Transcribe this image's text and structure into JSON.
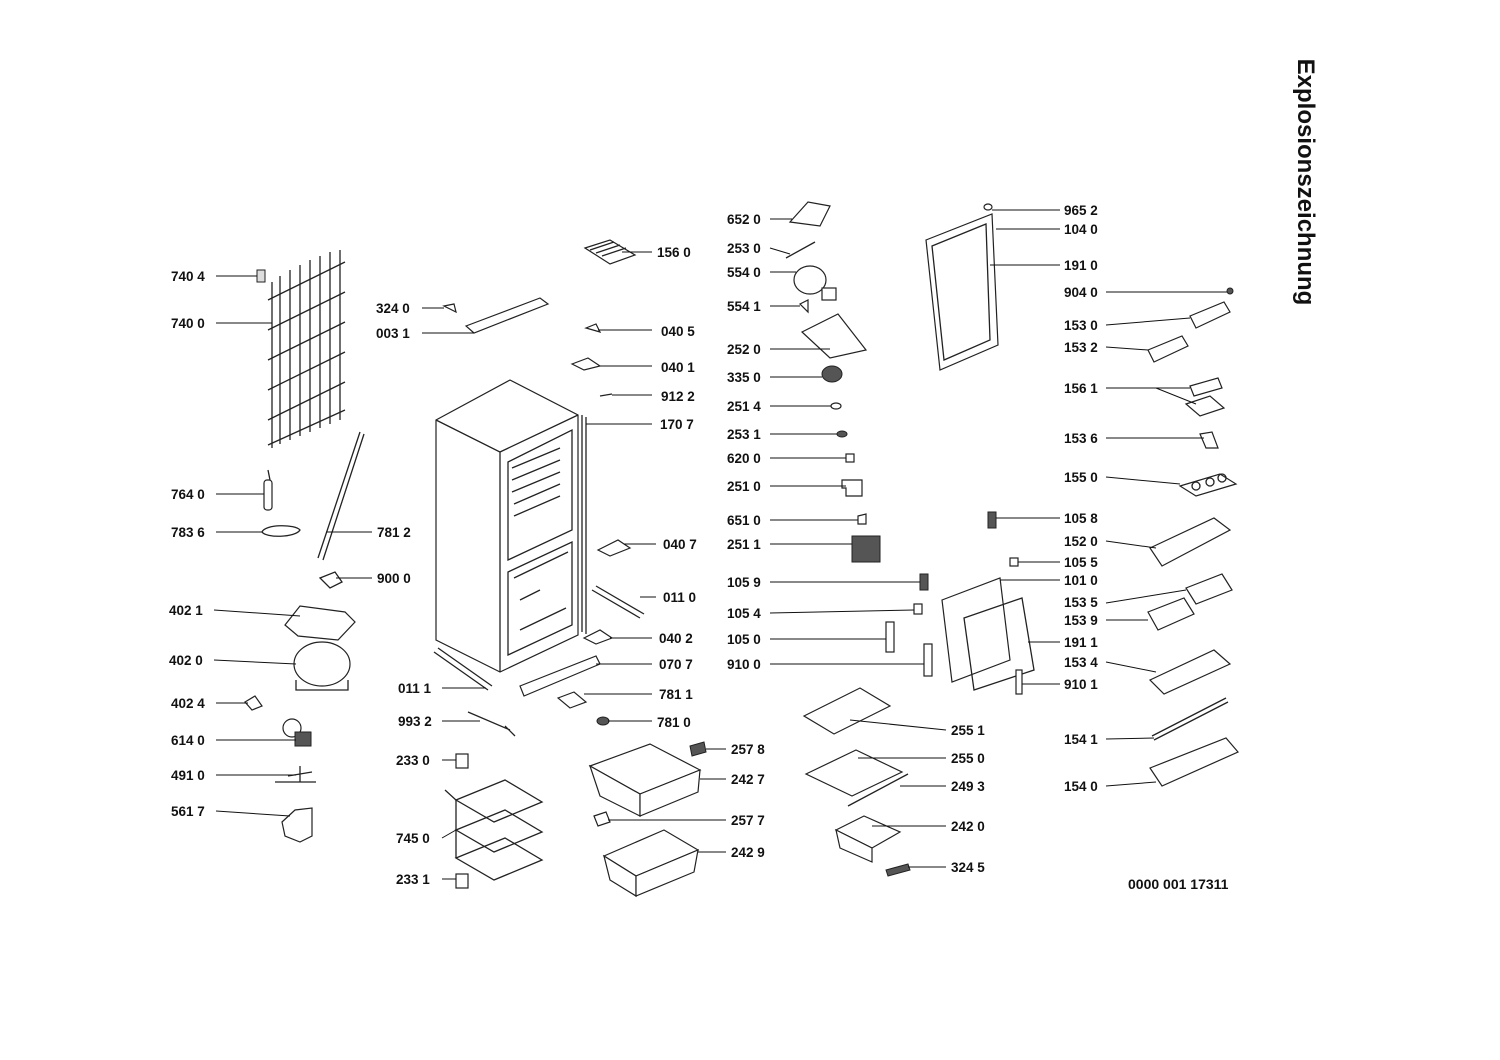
{
  "title": "Explosionszeichnung",
  "document_number": "0000 001 17311",
  "callouts": [
    {
      "id": "740-4",
      "text": "740 4"
    },
    {
      "id": "740-0",
      "text": "740 0"
    },
    {
      "id": "764-0",
      "text": "764 0"
    },
    {
      "id": "783-6",
      "text": "783 6"
    },
    {
      "id": "402-1",
      "text": "402 1"
    },
    {
      "id": "402-0",
      "text": "402 0"
    },
    {
      "id": "402-4",
      "text": "402 4"
    },
    {
      "id": "614-0",
      "text": "614 0"
    },
    {
      "id": "491-0",
      "text": "491 0"
    },
    {
      "id": "561-7",
      "text": "561 7"
    },
    {
      "id": "781-2",
      "text": "781 2"
    },
    {
      "id": "900-0",
      "text": "900 0"
    },
    {
      "id": "324-0",
      "text": "324 0"
    },
    {
      "id": "003-1",
      "text": "003 1"
    },
    {
      "id": "011-1",
      "text": "011 1"
    },
    {
      "id": "993-2",
      "text": "993 2"
    },
    {
      "id": "233-0",
      "text": "233 0"
    },
    {
      "id": "745-0",
      "text": "745 0"
    },
    {
      "id": "233-1",
      "text": "233 1"
    },
    {
      "id": "156-0",
      "text": "156 0"
    },
    {
      "id": "040-5",
      "text": "040 5"
    },
    {
      "id": "040-1",
      "text": "040 1"
    },
    {
      "id": "912-2",
      "text": "912 2"
    },
    {
      "id": "170-7",
      "text": "170 7"
    },
    {
      "id": "040-7",
      "text": "040 7"
    },
    {
      "id": "011-0",
      "text": "011 0"
    },
    {
      "id": "040-2",
      "text": "040 2"
    },
    {
      "id": "070-7",
      "text": "070 7"
    },
    {
      "id": "781-1",
      "text": "781 1"
    },
    {
      "id": "781-0",
      "text": "781 0"
    },
    {
      "id": "257-8",
      "text": "257 8"
    },
    {
      "id": "242-7",
      "text": "242 7"
    },
    {
      "id": "257-7",
      "text": "257 7"
    },
    {
      "id": "242-9",
      "text": "242 9"
    },
    {
      "id": "652-0",
      "text": "652 0"
    },
    {
      "id": "253-0",
      "text": "253 0"
    },
    {
      "id": "554-0",
      "text": "554 0"
    },
    {
      "id": "554-1",
      "text": "554 1"
    },
    {
      "id": "252-0",
      "text": "252 0"
    },
    {
      "id": "335-0",
      "text": "335 0"
    },
    {
      "id": "251-4",
      "text": "251 4"
    },
    {
      "id": "253-1",
      "text": "253 1"
    },
    {
      "id": "620-0",
      "text": "620 0"
    },
    {
      "id": "251-0",
      "text": "251 0"
    },
    {
      "id": "651-0",
      "text": "651 0"
    },
    {
      "id": "251-1",
      "text": "251 1"
    },
    {
      "id": "105-9",
      "text": "105 9"
    },
    {
      "id": "105-4",
      "text": "105 4"
    },
    {
      "id": "105-0",
      "text": "105 0"
    },
    {
      "id": "910-0",
      "text": "910 0"
    },
    {
      "id": "255-1",
      "text": "255 1"
    },
    {
      "id": "255-0",
      "text": "255 0"
    },
    {
      "id": "249-3",
      "text": "249 3"
    },
    {
      "id": "242-0",
      "text": "242 0"
    },
    {
      "id": "324-5",
      "text": "324 5"
    },
    {
      "id": "965-2",
      "text": "965 2"
    },
    {
      "id": "104-0",
      "text": "104 0"
    },
    {
      "id": "191-0",
      "text": "191 0"
    },
    {
      "id": "904-0",
      "text": "904 0"
    },
    {
      "id": "153-0",
      "text": "153 0"
    },
    {
      "id": "153-2",
      "text": "153 2"
    },
    {
      "id": "156-1",
      "text": "156 1"
    },
    {
      "id": "153-6",
      "text": "153 6"
    },
    {
      "id": "155-0",
      "text": "155 0"
    },
    {
      "id": "105-8",
      "text": "105 8"
    },
    {
      "id": "152-0",
      "text": "152 0"
    },
    {
      "id": "105-5",
      "text": "105 5"
    },
    {
      "id": "101-0",
      "text": "101 0"
    },
    {
      "id": "153-5",
      "text": "153 5"
    },
    {
      "id": "153-9",
      "text": "153 9"
    },
    {
      "id": "191-1",
      "text": "191 1"
    },
    {
      "id": "153-4",
      "text": "153 4"
    },
    {
      "id": "910-1",
      "text": "910 1"
    },
    {
      "id": "154-1",
      "text": "154 1"
    },
    {
      "id": "154-0",
      "text": "154 0"
    }
  ]
}
